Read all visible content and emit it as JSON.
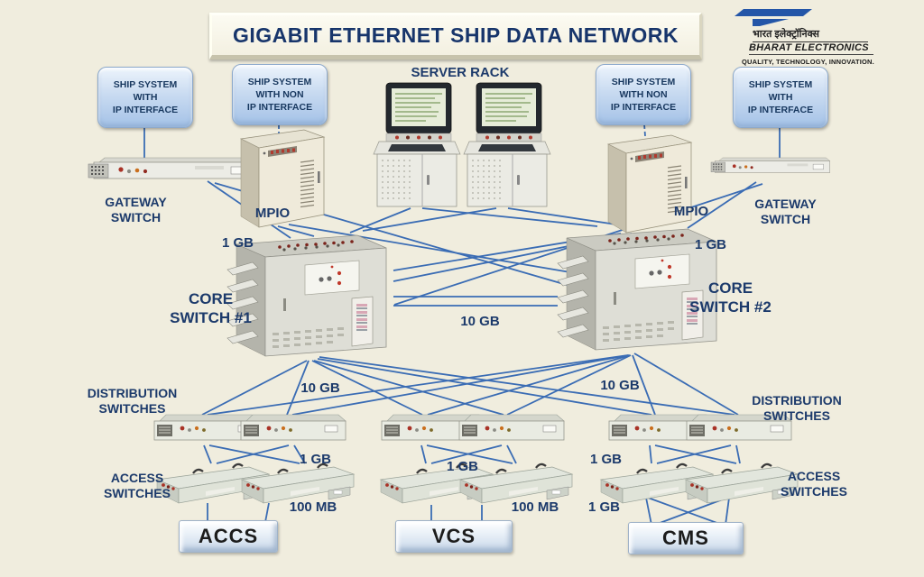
{
  "title": "GIGABIT ETHERNET SHIP DATA NETWORK",
  "logo": {
    "hindi": "भारत इलेक्ट्रॉनिक्स",
    "company": "BHARAT ELECTRONICS",
    "tagline": "QUALITY, TECHNOLOGY, INNOVATION."
  },
  "boxes": {
    "ship_ip_left": "SHIP SYSTEM\nWITH\nIP INTERFACE",
    "ship_non_left": "SHIP SYSTEM\nWITH NON\nIP INTERFACE",
    "ship_non_right": "SHIP SYSTEM\nWITH NON\nIP INTERFACE",
    "ship_ip_right": "SHIP SYSTEM\nWITH\nIP INTERFACE"
  },
  "labels": {
    "server_rack": "SERVER RACK",
    "gateway_left": "GATEWAY\nSWITCH",
    "gateway_right": "GATEWAY\nSWITCH",
    "mpio_left": "MPIO",
    "mpio_right": "MPIO",
    "core1": "CORE\nSWITCH #1",
    "core2": "CORE\nSWITCH #2",
    "dist_left": "DISTRIBUTION\nSWITCHES",
    "dist_right": "DISTRIBUTION\nSWITCHES",
    "access_left": "ACCESS\nSWITCHES",
    "access_right": "ACCESS\nSWITCHES"
  },
  "speeds": {
    "core1_1gb": "1 GB",
    "core2_1gb": "1 GB",
    "interlink_10gb": "10 GB",
    "fan_left_10gb": "10 GB",
    "fan_right_10gb": "10 GB",
    "cluster_left_1gb": "1 GB",
    "cluster_mid_1gb": "1 GB",
    "cluster_right_upper_1gb": "1 GB",
    "cluster_right_lower_1gb": "1 GB",
    "cluster_left_100mb": "100 MB",
    "cluster_mid_100mb": "100 MB"
  },
  "banners": {
    "accs": "ACCS",
    "vcs": "VCS",
    "cms": "CMS"
  },
  "colors": {
    "background": "#F0EDDE",
    "line": "#3A6CB4",
    "label_text": "#1C3A6B",
    "title_text": "#17356B",
    "ship_box_fill": "#C9DBF1",
    "logo_blue": "#2456A8"
  }
}
